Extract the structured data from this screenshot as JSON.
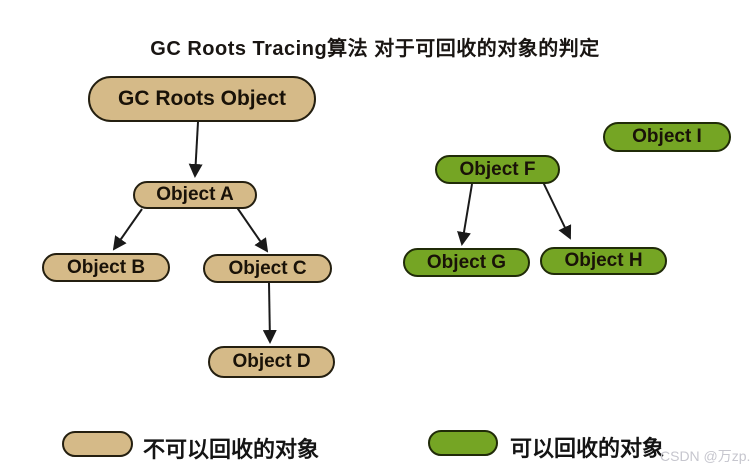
{
  "title": "GC Roots Tracing算法 对于可回收的对象的判定",
  "nodes": {
    "gc_roots": {
      "label": "GC Roots Object",
      "type": "non-collectable"
    },
    "a": {
      "label": "Object A",
      "type": "non-collectable"
    },
    "b": {
      "label": "Object B",
      "type": "non-collectable"
    },
    "c": {
      "label": "Object C",
      "type": "non-collectable"
    },
    "d": {
      "label": "Object D",
      "type": "non-collectable"
    },
    "f": {
      "label": "Object F",
      "type": "collectable"
    },
    "g": {
      "label": "Object G",
      "type": "collectable"
    },
    "h": {
      "label": "Object H",
      "type": "collectable"
    },
    "i": {
      "label": "Object I",
      "type": "collectable"
    }
  },
  "edges": [
    {
      "from": "gc_roots",
      "to": "a"
    },
    {
      "from": "a",
      "to": "b"
    },
    {
      "from": "a",
      "to": "c"
    },
    {
      "from": "c",
      "to": "d"
    },
    {
      "from": "f",
      "to": "g"
    },
    {
      "from": "f",
      "to": "h"
    }
  ],
  "legend": {
    "non_collectable_label": "不可以回收的对象",
    "collectable_label": "可以回收的对象"
  },
  "watermark": "CSDN @万zp.",
  "colors": {
    "non_collectable_fill": "#d5ba88",
    "collectable_fill": "#75a524",
    "outline": "#241f10",
    "arrow": "#1a1a1a",
    "background": "#ffffff",
    "watermark": "#c6c6ce"
  }
}
